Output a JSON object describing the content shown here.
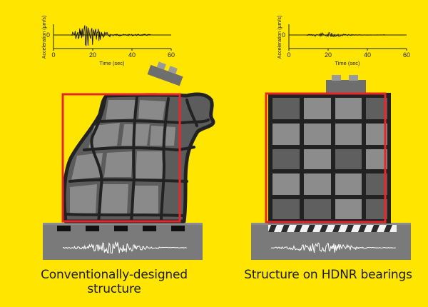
{
  "background_color": "#FFE500",
  "frame_color": "#E8262A",
  "left_panel": {
    "caption": "Conventionally-designed structure",
    "plot": {
      "y_axis_label": "Acceleration (μm/s)",
      "x_axis_label": "Time (sec)",
      "y_tick": "0",
      "x_ticks": [
        "0",
        "20",
        "40",
        "60"
      ]
    }
  },
  "right_panel": {
    "caption": "Structure on HDNR bearings",
    "plot": {
      "y_axis_label": "Acceleration (μm/s)",
      "x_axis_label": "Time (sec)",
      "y_tick": "0",
      "x_ticks": [
        "0",
        "20",
        "40",
        "60"
      ]
    }
  }
}
